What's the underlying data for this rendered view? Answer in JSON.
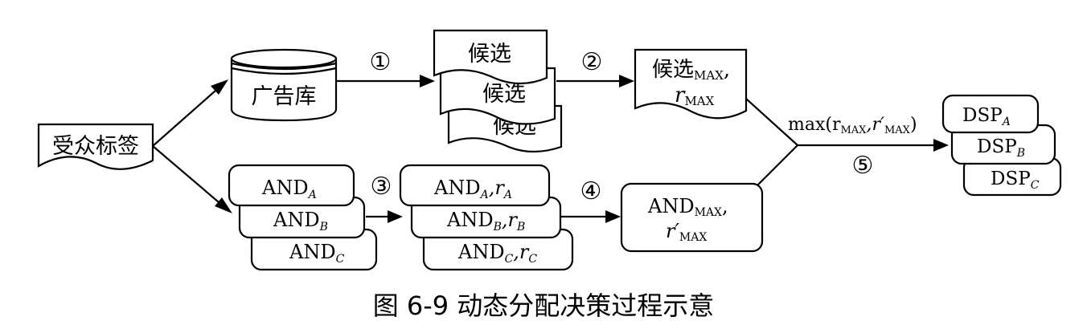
{
  "nodes": {
    "audience_tags": "受众标签",
    "ad_library": "广告库",
    "candidate": "候选",
    "candidate_max": {
      "main": "候选",
      "sub": "MAX",
      "suffix": ","
    },
    "r_max": {
      "main": "r",
      "sub": "MAX"
    },
    "and_a": {
      "main": "AND",
      "sub": "A"
    },
    "and_b": {
      "main": "AND",
      "sub": "B"
    },
    "and_c": {
      "main": "AND",
      "sub": "C"
    },
    "and_ra": {
      "main": "AND",
      "sub": "A",
      "mid": ",r",
      "sub2": "A"
    },
    "and_rb": {
      "main": "AND",
      "sub": "B",
      "mid": ",r",
      "sub2": "B"
    },
    "and_rc": {
      "main": "AND",
      "sub": "C",
      "mid": ",r",
      "sub2": "C"
    },
    "and_max": {
      "main": "AND",
      "sub": "MAX",
      "suffix": ","
    },
    "r_prime_max": {
      "main": "r′",
      "sub": "MAX"
    },
    "dsp_a": {
      "main": "DSP",
      "sub": "A"
    },
    "dsp_b": {
      "main": "DSP",
      "sub": "B"
    },
    "dsp_c": {
      "main": "DSP",
      "sub": "C"
    }
  },
  "edge_labels": {
    "max_expr": {
      "pre": "max(r",
      "sub1": "MAX",
      "mid": ",r′",
      "sub2": "MAX",
      "post": ")"
    },
    "step1": "①",
    "step2": "②",
    "step3": "③",
    "step4": "④",
    "step5": "⑤"
  },
  "caption": "图 6-9  动态分配决策过程示意"
}
